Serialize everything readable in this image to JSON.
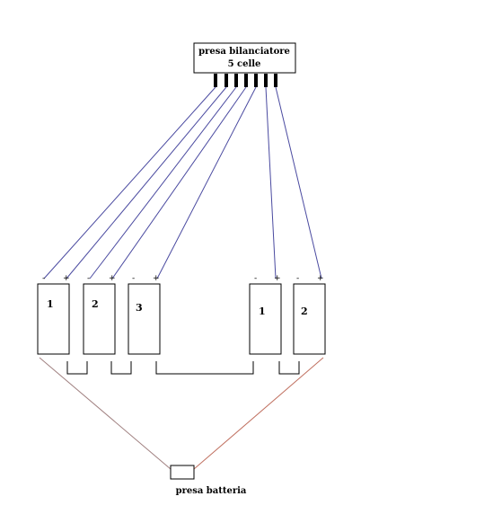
{
  "connector": {
    "title_line1": "presa bilanciatore",
    "title_line2": "5 celle",
    "pin_count": 7
  },
  "battery_plug": {
    "label": "presa batteria"
  },
  "polarity": {
    "minus": "-",
    "plus": "+"
  },
  "cells": [
    {
      "id": "left-1",
      "number": "1"
    },
    {
      "id": "left-2",
      "number": "2"
    },
    {
      "id": "left-3",
      "number": "3"
    },
    {
      "id": "right-1",
      "number": "1"
    },
    {
      "id": "right-2",
      "number": "2"
    }
  ],
  "colors": {
    "balance_wire": "#4a4aa0",
    "negative_lead": "#a08080",
    "positive_lead": "#c07060",
    "outline": "#000000"
  }
}
